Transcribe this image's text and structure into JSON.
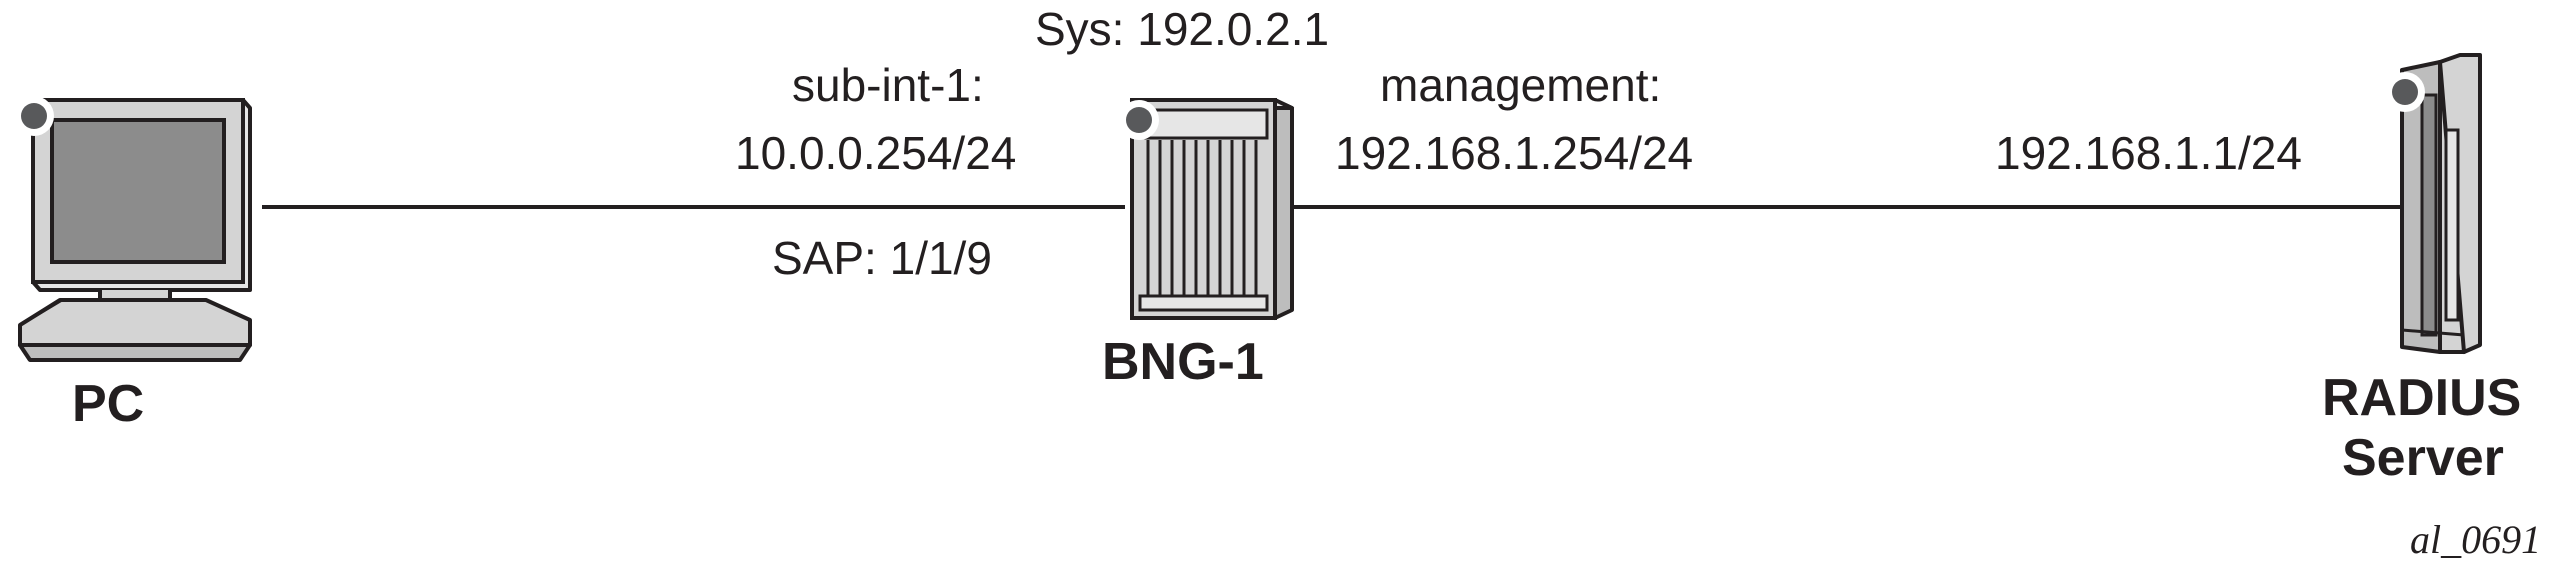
{
  "nodes": {
    "pc": {
      "label": "PC",
      "icon": "pc-icon"
    },
    "bng": {
      "label": "BNG-1",
      "icon": "router-icon",
      "sys": "Sys: 192.0.2.1"
    },
    "radius": {
      "label_line1": "RADIUS",
      "label_line2": "Server",
      "icon": "server-icon"
    }
  },
  "links": {
    "pc_bng": {
      "iface": "sub-int-1:",
      "ip": "10.0.0.254/24",
      "sap": "SAP: 1/1/9"
    },
    "bng_radius": {
      "iface": "management:",
      "ip": "192.168.1.254/24",
      "remote_ip": "192.168.1.1/24"
    }
  },
  "figure_id": "al_0691",
  "colors": {
    "stroke": "#231f20",
    "device_fill": "#d4d4d4",
    "screen_fill": "#8c8c8c",
    "dot": "#58595b"
  }
}
